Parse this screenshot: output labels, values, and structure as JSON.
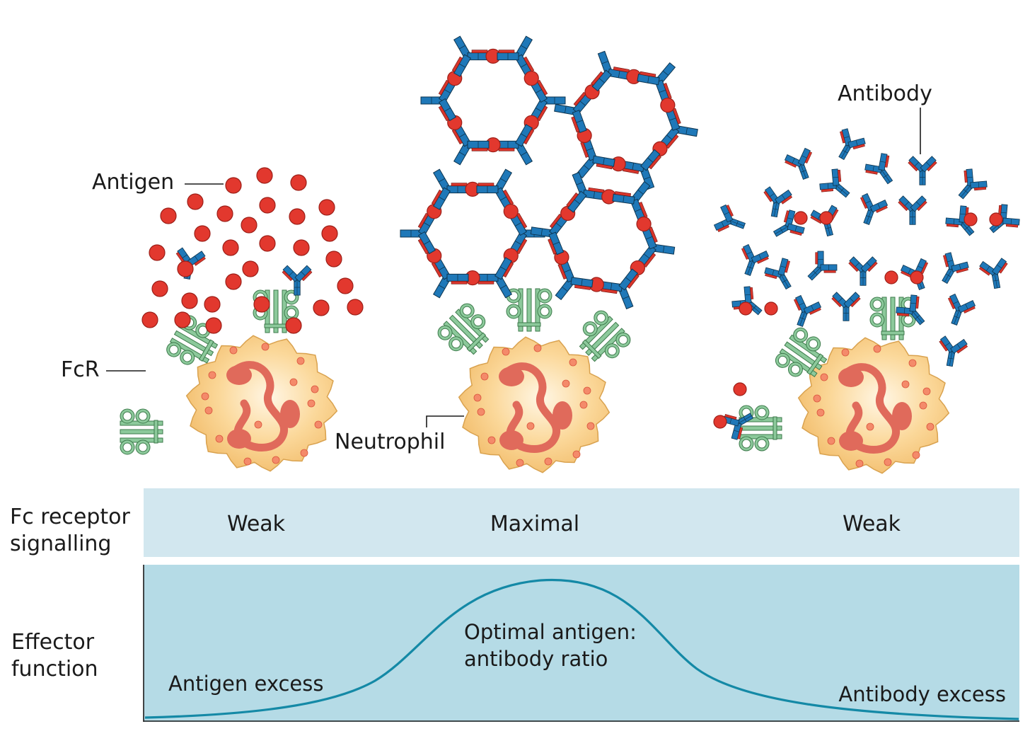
{
  "labels": {
    "antigen": "Antigen",
    "fcr": "FcR",
    "neutrophil": "Neutrophil",
    "antibody": "Antibody"
  },
  "rows": {
    "fc_signalling_title_line1": "Fc receptor",
    "fc_signalling_title_line2": "signalling",
    "effector_title_line1": "Effector",
    "effector_title_line2": "function"
  },
  "signalling_levels": [
    "Weak",
    "Maximal",
    "Weak"
  ],
  "effector_notes": {
    "left": "Antigen excess",
    "center_line1": "Optimal antigen:",
    "center_line2": "antibody ratio",
    "right": "Antibody excess"
  },
  "colors": {
    "antigen": "#e2382e",
    "antibody_blue": "#1f78b8",
    "antibody_red": "#d8352b",
    "fcr_green": "#8cc99b",
    "cell_fill": "#f7c978",
    "nucleus": "#e06a5b",
    "band_light": "#d2e7ef",
    "band_curve": "#b5dbe6",
    "curve_line": "#1489a6"
  }
}
